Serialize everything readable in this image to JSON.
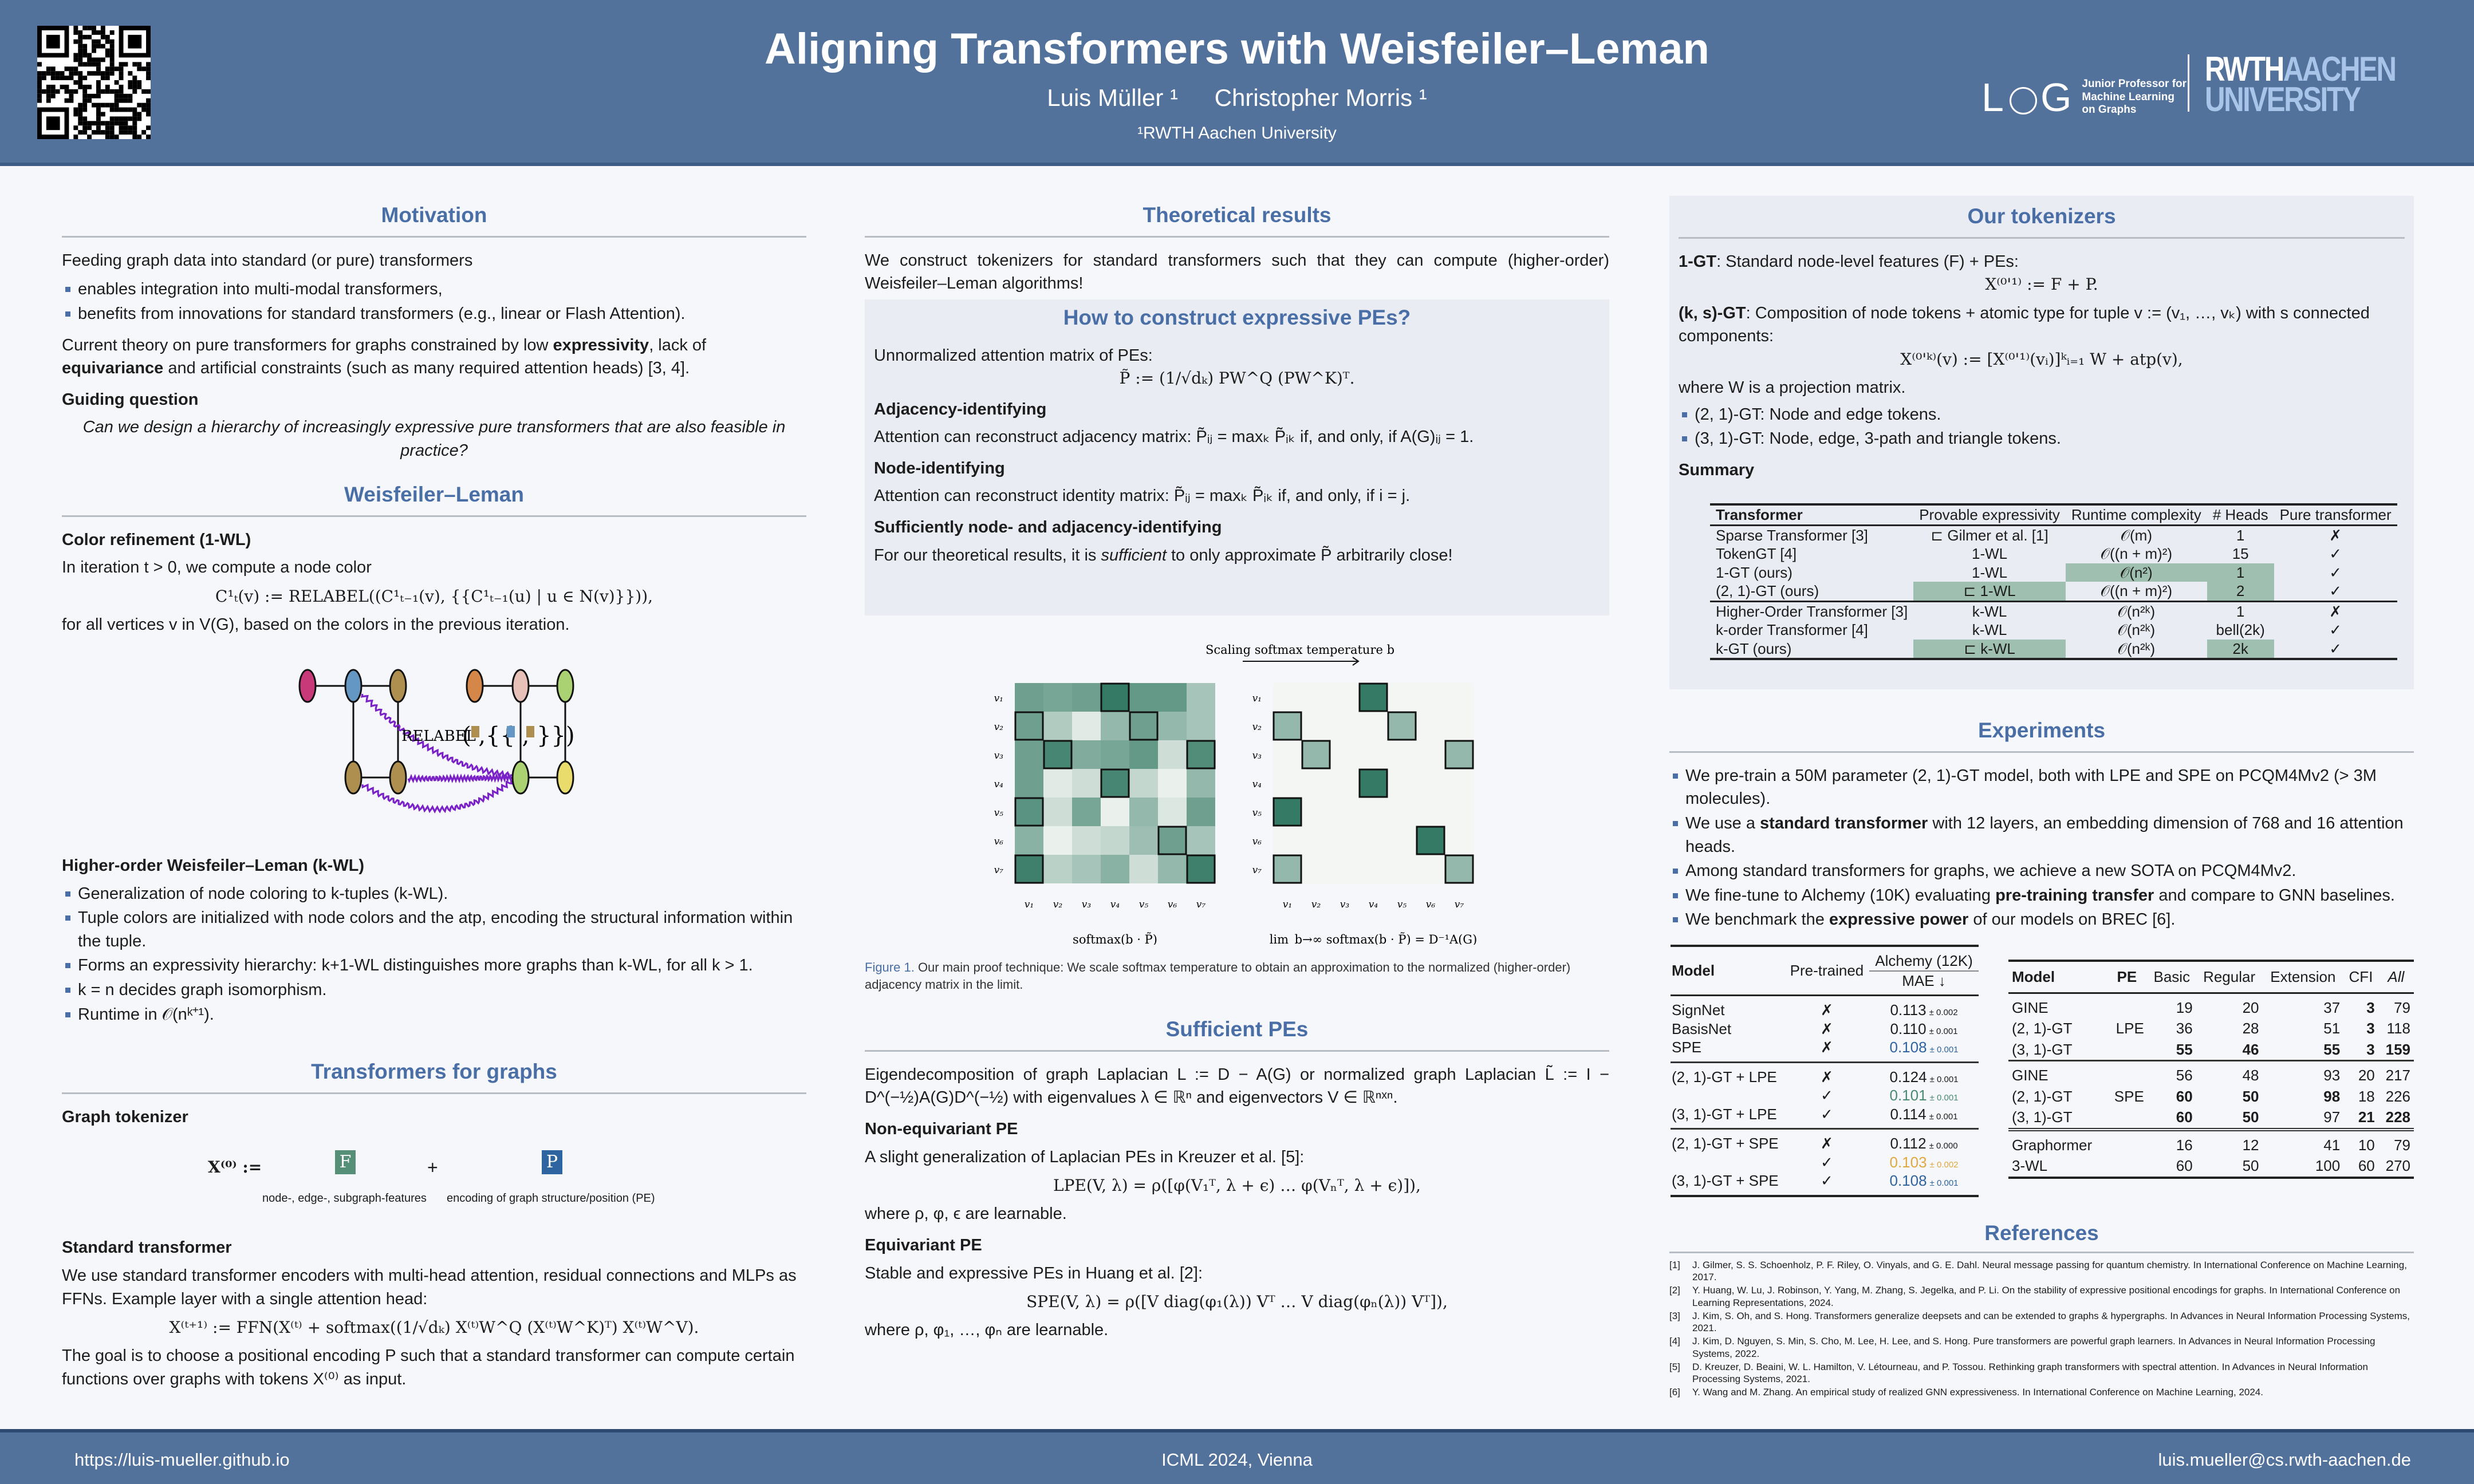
{
  "header": {
    "title": "Aligning Transformers with Weisfeiler–Leman",
    "authors": [
      "Luis Müller ¹",
      "Christopher Morris ¹"
    ],
    "affiliation": "¹RWTH Aachen University",
    "log_logo": "L  G",
    "log_text": [
      "Junior Professor for",
      "Machine Learning",
      "on Graphs"
    ],
    "rwth_logo": {
      "line1_a": "RWTH",
      "line1_b": "AACHEN",
      "line2": "UNIVERSITY"
    },
    "colors": {
      "bar": "#52719b",
      "accent": "#4a6ea6"
    }
  },
  "footer": {
    "url": "https://luis-mueller.github.io",
    "venue": "ICML 2024, Vienna",
    "email": "luis.mueller@cs.rwth-aachen.de"
  },
  "motivation": {
    "heading": "Motivation",
    "intro": "Feeding graph data into standard (or pure) transformers",
    "bullets": [
      "enables integration into multi-modal transformers,",
      "benefits from innovations for standard transformers (e.g., linear or Flash Attention)."
    ],
    "p_a": "Current theory on pure transformers for graphs constrained by low ",
    "p_b": "expressivity",
    "p_c": ", lack of ",
    "p_d": "equivariance",
    "p_e": " and artificial constraints (such as many required attention heads) [3, 4].",
    "guiding_heading": "Guiding question",
    "guiding_question": "Can we design a hierarchy of increasingly expressive pure transformers that are also feasible in practice?"
  },
  "wl": {
    "heading": "Weisfeiler–Leman",
    "cr_heading": "Color refinement (1-WL)",
    "cr_text": "In iteration t > 0, we compute a node color",
    "cr_formula": "C¹ₜ(v) := RELABEL((C¹ₜ₋₁(v), {{C¹ₜ₋₁(u) | u ∈ N(v)}})),",
    "cr_after": "for all vertices v in V(G), based on the colors in the previous iteration.",
    "figure": {
      "relabel": "RELABEL",
      "left_colors": [
        "#c8397a",
        "#6497c4",
        "#ae8f50",
        "#ae8f50",
        "#ae8f50"
      ],
      "right_colors": [
        "#d5874a",
        "#e7c0b8",
        "#aad172",
        "#aad172",
        "#e9dc6c"
      ],
      "arrow_color": "#7a22c8"
    },
    "hwl_heading": "Higher-order Weisfeiler–Leman (k-WL)",
    "hwl_bullets": [
      "Generalization of node coloring to k-tuples (k-WL).",
      "Tuple colors are initialized with node colors and the atp, encoding the structural information within the tuple.",
      "Forms an expressivity hierarchy: k+1-WL distinguishes more graphs than k-WL, for all k > 1.",
      "k = n decides graph isomorphism.",
      "Runtime in 𝒪(nᵏ⁺¹)."
    ]
  },
  "tfg": {
    "heading": "Transformers for graphs",
    "tokenizer_heading": "Graph tokenizer",
    "x0": "X⁽⁰⁾ :=",
    "f": "F",
    "plus": "+",
    "p": "P",
    "f_caption": "node-, edge-, subgraph-features",
    "p_caption": "encoding of graph structure/position (PE)",
    "f_color": "#558f78",
    "p_color": "#2e64a0",
    "std_heading": "Standard transformer",
    "std_text": "We use standard transformer encoders with multi-head attention, residual connections and MLPs as FFNs. Example layer with a single attention head:",
    "std_formula": "X⁽ᵗ⁺¹⁾ := FFN(X⁽ᵗ⁾ + softmax((1/√dₖ) X⁽ᵗ⁾W^Q (X⁽ᵗ⁾W^K)ᵀ) X⁽ᵗ⁾W^V).",
    "std_after": "The goal is to choose a positional encoding P such that a standard transformer can compute certain functions over graphs with tokens X⁽⁰⁾ as input."
  },
  "theory": {
    "heading": "Theoretical results",
    "intro": "We construct tokenizers for standard transformers such that they can compute (higher-order) Weisfeiler–Leman algorithms!",
    "howto_heading": "How to construct expressive PEs?",
    "unnorm_text": "Unnormalized attention matrix of PEs:",
    "unnorm_formula": "P̃ := (1/√dₖ) PW^Q (PW^K)ᵀ.",
    "adj_heading": "Adjacency-identifying",
    "adj_text": "Attention can reconstruct adjacency matrix: P̃ᵢⱼ = maxₖ P̃ᵢₖ if, and only, if A(G)ᵢⱼ = 1.",
    "node_heading": "Node-identifying",
    "node_text": "Attention can reconstruct identity matrix: P̃ᵢⱼ = maxₖ P̃ᵢₖ if, and only, if i = j.",
    "suff_heading": "Sufficiently node- and adjacency-identifying",
    "suff_a": "For our theoretical results, it is ",
    "suff_b": "sufficient",
    "suff_c": " to only approximate P̃ arbitrarily close!"
  },
  "figure1": {
    "arrow_label": "Scaling softmax temperature b",
    "axis_labels": [
      "v₁",
      "v₂",
      "v₃",
      "v₄",
      "v₅",
      "v₆",
      "v₇"
    ],
    "left_caption": "softmax(b · P̃)",
    "right_caption": "lim_b→∞ softmax(b · P̃) = D⁻¹A(G)",
    "caption_label": "Figure 1.",
    "caption_text": " Our main proof technique: We scale softmax temperature to obtain an approximation to the normalized (higher-order) adjacency matrix in the limit.",
    "left_matrix": [
      [
        0.7,
        0.65,
        0.7,
        1,
        0.75,
        0.75,
        0.4
      ],
      [
        0.7,
        0.35,
        0.1,
        0.5,
        0.7,
        0.5,
        0.4
      ],
      [
        0.7,
        0.9,
        0.6,
        0.65,
        0.75,
        0.2,
        0.85
      ],
      [
        0.7,
        0.1,
        0.2,
        0.9,
        0.25,
        0.05,
        0.5
      ],
      [
        0.8,
        0.2,
        0.65,
        0.05,
        0.5,
        0.12,
        0.7
      ],
      [
        0.55,
        0.05,
        0.2,
        0.25,
        0.45,
        0.7,
        0.4
      ],
      [
        0.95,
        0.3,
        0.4,
        0.55,
        0.2,
        0.5,
        0.95
      ]
    ],
    "right_matrix": [
      [
        0,
        0,
        0,
        1,
        0,
        0,
        0
      ],
      [
        0.5,
        0,
        0,
        0,
        0.5,
        0,
        0
      ],
      [
        0,
        0.5,
        0,
        0,
        0,
        0,
        0.5
      ],
      [
        0,
        0,
        0,
        1,
        0,
        0,
        0
      ],
      [
        1,
        0,
        0,
        0,
        0,
        0,
        0
      ],
      [
        0,
        0,
        0,
        0,
        0,
        1,
        0
      ],
      [
        0.5,
        0,
        0,
        0,
        0,
        0,
        0.5
      ]
    ],
    "outlined": [
      [
        0,
        3
      ],
      [
        1,
        0
      ],
      [
        1,
        4
      ],
      [
        2,
        1
      ],
      [
        2,
        6
      ],
      [
        3,
        3
      ],
      [
        4,
        0
      ],
      [
        5,
        5
      ],
      [
        6,
        0
      ],
      [
        6,
        6
      ]
    ]
  },
  "sufficient": {
    "heading": "Sufficient PEs",
    "eig_text": "Eigendecomposition of graph Laplacian L := D − A(G) or normalized graph Laplacian L̃ := I − D^(−½)A(G)D^(−½) with eigenvalues λ ∈ ℝⁿ and eigenvectors V ∈ ℝⁿˣⁿ.",
    "noneq_heading": "Non-equivariant PE",
    "noneq_text": "A slight generalization of Laplacian PEs in Kreuzer et al. [5]:",
    "lpe_formula": "LPE(V, λ) = ρ([φ(V₁ᵀ, λ + ϵ) … φ(Vₙᵀ, λ + ϵ)]),",
    "lpe_where": "where ρ, φ, ϵ are learnable.",
    "eq_heading": "Equivariant PE",
    "eq_text": "Stable and expressive PEs in Huang et al. [2]:",
    "spe_formula": "SPE(V, λ) = ρ([V diag(φ₁(λ)) Vᵀ … V diag(φₙ(λ)) Vᵀ]),",
    "spe_where": "where ρ, φ₁, …, φₙ are learnable."
  },
  "tokenizers": {
    "heading": "Our tokenizers",
    "gt1_a": "1-GT",
    "gt1_b": ": Standard node-level features (F) + PEs:",
    "gt1_formula": "X⁽⁰'¹⁾ := F + P.",
    "gtk_a": "(k, s)-GT",
    "gtk_b": ": Composition of node tokens + atomic type for tuple v := (v₁, …, vₖ) with s connected components:",
    "gtk_formula": "X⁽⁰'ᵏ⁾(v) := [X⁽⁰'¹⁾(vᵢ)]ᵏᵢ₌₁ W + atp(v),",
    "where": "where W is a projection matrix.",
    "bullets": [
      "(2, 1)-GT: Node and edge tokens.",
      "(3, 1)-GT: Node, edge, 3-path and triangle tokens."
    ],
    "summary_heading": "Summary",
    "summary_table": {
      "headers": [
        "Transformer",
        "Provable expressivity",
        "Runtime complexity",
        "# Heads",
        "Pure transformer"
      ],
      "groups": [
        [
          [
            "Sparse Transformer [3]",
            "⊏ Gilmer et al. [1]",
            "𝒪(m)",
            "1",
            "✗"
          ],
          [
            "TokenGT [4]",
            "1-WL",
            "𝒪((n + m)²)",
            "15",
            "✓"
          ],
          [
            "1-GT (ours)",
            "1-WL",
            "𝒪(n²)",
            "1",
            "✓"
          ],
          [
            "(2, 1)-GT (ours)",
            "⊏ 1-WL",
            "𝒪((n + m)²)",
            "2",
            "✓"
          ]
        ],
        [
          [
            "Higher-Order Transformer [3]",
            "k-WL",
            "𝒪(n²ᵏ)",
            "1",
            "✗"
          ],
          [
            "k-order Transformer [4]",
            "k-WL",
            "𝒪(n²ᵏ)",
            "bell(2k)",
            "✓"
          ],
          [
            "k-GT (ours)",
            "⊏ k-WL",
            "𝒪(n²ᵏ)",
            "2k",
            "✓"
          ]
        ]
      ],
      "highlighted": [
        "0-2-2",
        "0-2-3",
        "0-3-1",
        "0-3-3",
        "1-2-1",
        "1-2-3"
      ]
    }
  },
  "experiments": {
    "heading": "Experiments",
    "bullets": [
      {
        "pre": "We pre-train a 50M parameter (2, 1)-GT model, both with LPE and SPE on PCQM4Mv2 (> 3M molecules).",
        "b": "",
        "post": ""
      },
      {
        "pre": "We use a ",
        "b": "standard transformer",
        "post": " with 12 layers, an embedding dimension of 768 and 16 attention heads."
      },
      {
        "pre": "Among standard transformers for graphs, we achieve a new SOTA on PCQM4Mv2.",
        "b": "",
        "post": ""
      },
      {
        "pre": "We fine-tune to Alchemy (10K) evaluating ",
        "b": "pre-training transfer",
        "post": " and compare to GNN baselines."
      },
      {
        "pre": "We benchmark the ",
        "b": "expressive power",
        "post": " of our models on BREC [6]."
      }
    ],
    "alchemy_table": {
      "headers": {
        "model": "Model",
        "pretrained": "Pre-trained",
        "dataset": "Alchemy (12K)",
        "metric": "MAE ↓"
      },
      "groups": [
        [
          {
            "model": "SignNet",
            "pre": "✗",
            "mae": "0.113",
            "std": "± 0.002",
            "color": ""
          },
          {
            "model": "BasisNet",
            "pre": "✗",
            "mae": "0.110",
            "std": "± 0.001",
            "color": ""
          },
          {
            "model": "SPE",
            "pre": "✗",
            "mae": "0.108",
            "std": "± 0.001",
            "color": "#2e64a0"
          }
        ],
        [
          {
            "model": "(2, 1)-GT + LPE",
            "pre": "✗",
            "mae": "0.124",
            "std": "± 0.001",
            "color": ""
          },
          {
            "model": "",
            "pre": "✓",
            "mae": "0.101",
            "std": "± 0.001",
            "color": "#4a8a72"
          },
          {
            "model": "(3, 1)-GT + LPE",
            "pre": "✓",
            "mae": "0.114",
            "std": "± 0.001",
            "color": ""
          }
        ],
        [
          {
            "model": "(2, 1)-GT + SPE",
            "pre": "✗",
            "mae": "0.112",
            "std": "± 0.000",
            "color": ""
          },
          {
            "model": "",
            "pre": "✓",
            "mae": "0.103",
            "std": "± 0.002",
            "color": "#e0a840"
          },
          {
            "model": "(3, 1)-GT + SPE",
            "pre": "✓",
            "mae": "0.108",
            "std": "± 0.001",
            "color": "#2e64a0"
          }
        ]
      ]
    },
    "brec_table": {
      "headers": [
        "Model",
        "PE",
        "Basic",
        "Regular",
        "Extension",
        "CFI",
        "All"
      ],
      "groups": [
        [
          [
            "GINE",
            "",
            "19",
            "20",
            "37",
            "3",
            "79"
          ],
          [
            "(2, 1)-GT",
            "LPE",
            "36",
            "28",
            "51",
            "3",
            "118"
          ],
          [
            "(3, 1)-GT",
            "",
            "55",
            "46",
            "55",
            "3",
            "159"
          ]
        ],
        [
          [
            "GINE",
            "",
            "56",
            "48",
            "93",
            "20",
            "217"
          ],
          [
            "(2, 1)-GT",
            "SPE",
            "60",
            "50",
            "98",
            "18",
            "226"
          ],
          [
            "(3, 1)-GT",
            "",
            "60",
            "50",
            "97",
            "21",
            "228"
          ]
        ],
        [
          [
            "Graphormer",
            "",
            "16",
            "12",
            "41",
            "10",
            "79"
          ],
          [
            "3-WL",
            "",
            "60",
            "50",
            "100",
            "60",
            "270"
          ]
        ]
      ],
      "bold": [
        "0-0-5",
        "0-1-5",
        "0-2-2",
        "0-2-3",
        "0-2-4",
        "0-2-5",
        "0-2-6",
        "1-1-2",
        "1-1-3",
        "1-1-4",
        "1-2-2",
        "1-2-3",
        "1-2-5",
        "1-2-6"
      ]
    }
  },
  "references": {
    "heading": "References",
    "items": [
      {
        "n": "[1]",
        "text": "J. Gilmer, S. S. Schoenholz, P. F. Riley, O. Vinyals, and G. E. Dahl. Neural message passing for quantum chemistry. In International Conference on Machine Learning, 2017."
      },
      {
        "n": "[2]",
        "text": "Y. Huang, W. Lu, J. Robinson, Y. Yang, M. Zhang, S. Jegelka, and P. Li. On the stability of expressive positional encodings for graphs. In International Conference on Learning Representations, 2024."
      },
      {
        "n": "[3]",
        "text": "J. Kim, S. Oh, and S. Hong. Transformers generalize deepsets and can be extended to graphs & hypergraphs. In Advances in Neural Information Processing Systems, 2021."
      },
      {
        "n": "[4]",
        "text": "J. Kim, D. Nguyen, S. Min, S. Cho, M. Lee, H. Lee, and S. Hong. Pure transformers are powerful graph learners. In Advances in Neural Information Processing Systems, 2022."
      },
      {
        "n": "[5]",
        "text": "D. Kreuzer, D. Beaini, W. L. Hamilton, V. Létourneau, and P. Tossou. Rethinking graph transformers with spectral attention. In Advances in Neural Information Processing Systems, 2021."
      },
      {
        "n": "[6]",
        "text": "Y. Wang and M. Zhang. An empirical study of realized GNN expressiveness. In International Conference on Machine Learning, 2024."
      }
    ]
  }
}
